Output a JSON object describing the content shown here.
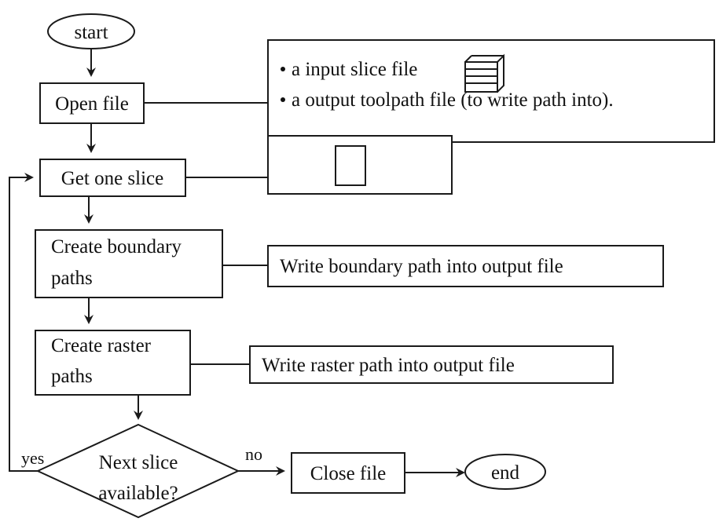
{
  "nodes": {
    "start": "start",
    "open_file": "Open file",
    "get_one_slice": "Get one slice",
    "create_boundary": [
      "Create boundary",
      "paths"
    ],
    "create_raster": [
      "Create raster",
      "paths"
    ],
    "decision": [
      "Next slice",
      "available?"
    ],
    "close_file": "Close file",
    "end": "end"
  },
  "notes": {
    "files": [
      "a input slice file",
      "a output toolpath file (to write path into)."
    ],
    "boundary": "Write boundary path into output file",
    "raster": "Write raster path into output file"
  },
  "edge_labels": {
    "yes": "yes",
    "no": "no"
  },
  "icons": [
    "stacked-slices-icon",
    "single-slice-icon"
  ]
}
